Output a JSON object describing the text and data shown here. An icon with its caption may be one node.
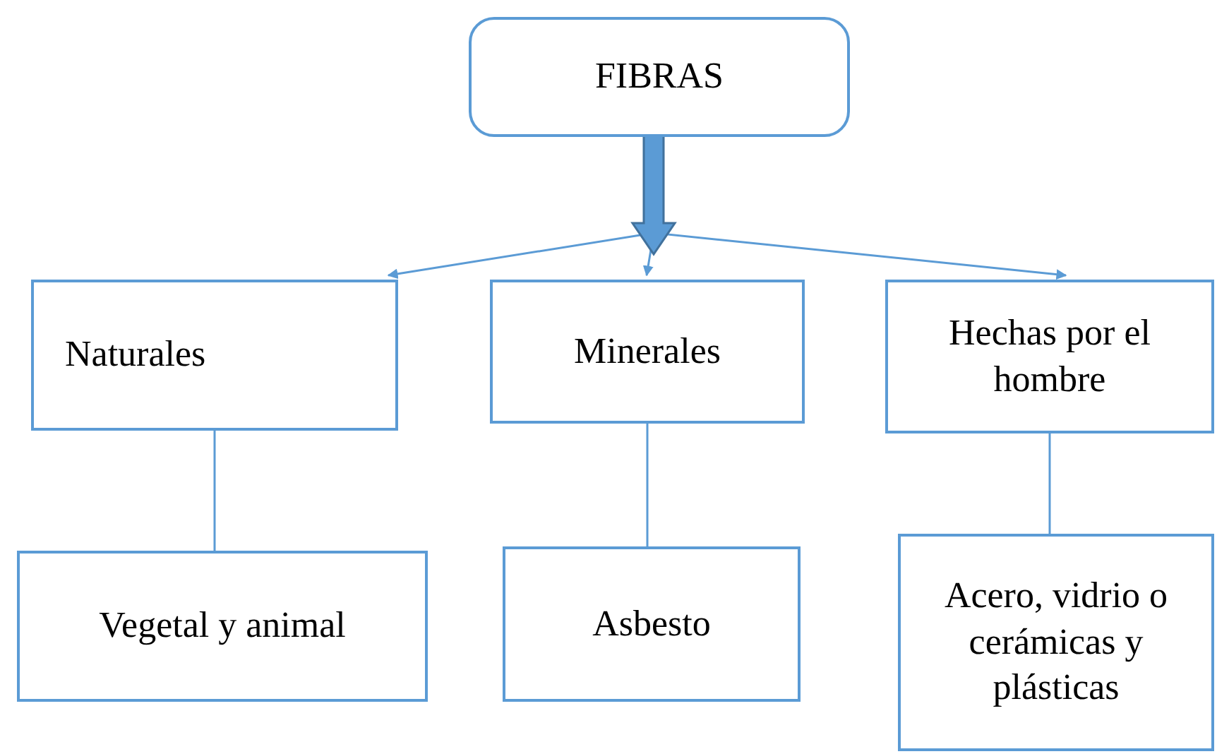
{
  "diagram": {
    "nodes": [
      {
        "text": [
          "FIBRAS"
        ]
      },
      {
        "text": [
          "Naturales"
        ]
      },
      {
        "text": [
          "Minerales"
        ]
      },
      {
        "text": [
          "Hechas por el hombre"
        ]
      },
      {
        "text": [
          "Vegetal y animal"
        ]
      },
      {
        "text": [
          "Asbesto"
        ]
      },
      {
        "text": [
          "Acero, vidrio o cerámicas y plásticas"
        ]
      }
    ],
    "edges": [
      {
        "from": 0,
        "to": 1,
        "arrow": "to"
      },
      {
        "from": 0,
        "to": 2,
        "arrow": "to"
      },
      {
        "from": 0,
        "to": 3,
        "arrow": "to"
      },
      {
        "from": 1,
        "to": 4,
        "arrow": "none"
      },
      {
        "from": 2,
        "to": 5,
        "arrow": "none"
      },
      {
        "from": 3,
        "to": 6,
        "arrow": "none"
      }
    ]
  }
}
